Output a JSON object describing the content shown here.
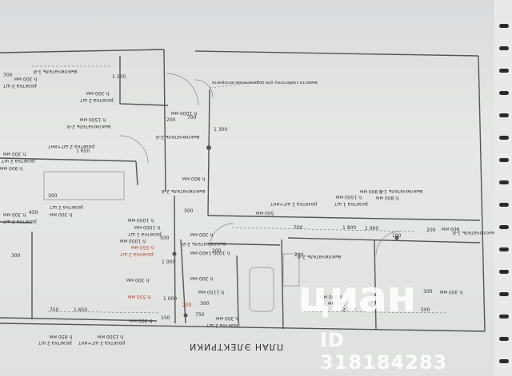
{
  "plan": {
    "title": "ПЛАН ЭЛЕКТРИКИ",
    "labels": [
      {
        "id": "l1",
        "text": "выключатель 1-й"
      },
      {
        "id": "l2",
        "text": "h 300 мм"
      },
      {
        "id": "l3",
        "text": "1 200"
      },
      {
        "id": "l4",
        "text": "700"
      },
      {
        "id": "l5",
        "text": "розетка 2 шт"
      },
      {
        "id": "l6",
        "text": "h 300 мм"
      },
      {
        "id": "l7",
        "text": "розетка 2 шт"
      },
      {
        "id": "l8",
        "text": "h 1500 мм"
      },
      {
        "id": "l9",
        "text": "выключатель 2-й"
      },
      {
        "id": "l10",
        "text": "розетка 2 шт+инт"
      },
      {
        "id": "l11",
        "text": "1 650"
      },
      {
        "id": "l12",
        "text": "h 300 мм"
      },
      {
        "id": "l13",
        "text": "розетка 2 шт"
      },
      {
        "id": "l14",
        "text": "h 900 мм"
      },
      {
        "id": "l15",
        "text": "200"
      },
      {
        "id": "l16",
        "text": "выключатель 2-й"
      },
      {
        "id": "l17",
        "text": "h 1000 мм"
      },
      {
        "id": "l18",
        "text": "700"
      },
      {
        "id": "l19",
        "text": "1 300"
      },
      {
        "id": "l20",
        "text": "вывести слаботочку для подключения интернета"
      },
      {
        "id": "l21",
        "text": "300"
      },
      {
        "id": "l22",
        "text": "450"
      },
      {
        "id": "l23",
        "text": "розетка 2 шт"
      },
      {
        "id": "l24",
        "text": "h 300 мм"
      },
      {
        "id": "l25",
        "text": "h 300 мм"
      },
      {
        "id": "l26",
        "text": "розетка 2 шт"
      },
      {
        "id": "l27",
        "text": "h 1000 мм"
      },
      {
        "id": "l28",
        "text": "выключатель 2-й"
      },
      {
        "id": "l29",
        "text": "h 900 мм"
      },
      {
        "id": "l30",
        "text": "500 мм"
      },
      {
        "id": "l31",
        "text": "h 1500 мм"
      },
      {
        "id": "l32",
        "text": "розетка 1 шт"
      },
      {
        "id": "l33",
        "text": "розетка 2 шт+инт"
      },
      {
        "id": "l34",
        "text": "h 900 мм"
      },
      {
        "id": "l35",
        "text": "выключатель 1-й"
      },
      {
        "id": "l36",
        "text": "h 800 мм"
      },
      {
        "id": "l37",
        "text": "700"
      },
      {
        "id": "l38",
        "text": "1 800"
      },
      {
        "id": "l39",
        "text": "1 900"
      },
      {
        "id": "l40",
        "text": "100"
      },
      {
        "id": "l41",
        "text": "200"
      },
      {
        "id": "l42",
        "text": "900 мм"
      },
      {
        "id": "l43",
        "text": "выключатель 1-й"
      },
      {
        "id": "l44",
        "text": "h 1000 мм"
      },
      {
        "id": "l45",
        "text": "h 550 мм"
      },
      {
        "id": "l46",
        "text": "розетка 2 шт"
      },
      {
        "id": "l47",
        "text": "h 300 мм"
      },
      {
        "id": "l48",
        "text": "выключатель 2-й"
      },
      {
        "id": "l49",
        "text": "500"
      },
      {
        "id": "l50",
        "text": "200"
      },
      {
        "id": "l51",
        "text": "выключатель 2-й"
      },
      {
        "id": "l52",
        "text": "200"
      },
      {
        "id": "l53",
        "text": "h 1000-1400 мм"
      },
      {
        "id": "l54",
        "text": "h 300 мм"
      },
      {
        "id": "l55",
        "text": "h 300 мм"
      },
      {
        "id": "l56",
        "text": "1 000"
      },
      {
        "id": "l57",
        "text": "h 1150 мм"
      },
      {
        "id": "l58",
        "text": "h 550 мм"
      },
      {
        "id": "l59",
        "text": "200"
      },
      {
        "id": "l60",
        "text": "300"
      },
      {
        "id": "l61",
        "text": "1 000"
      },
      {
        "id": "l62",
        "text": "150"
      },
      {
        "id": "l63",
        "text": "h 300 мм"
      },
      {
        "id": "l64",
        "text": "h 300 мм"
      },
      {
        "id": "l65",
        "text": "2 350"
      },
      {
        "id": "l66",
        "text": "500"
      },
      {
        "id": "l67",
        "text": "300"
      },
      {
        "id": "l68",
        "text": "750"
      },
      {
        "id": "l69",
        "text": "1 650"
      },
      {
        "id": "l70",
        "text": "h 650 мм"
      },
      {
        "id": "l71",
        "text": "h 1500 мм"
      },
      {
        "id": "l72",
        "text": "розетка 2 шт"
      },
      {
        "id": "l73",
        "text": "розетка 2 шт+инт"
      },
      {
        "id": "l74",
        "text": "розетка 2 шт"
      },
      {
        "id": "l75",
        "text": "h 300 мм"
      },
      {
        "id": "l76",
        "text": "750"
      },
      {
        "id": "l77",
        "text": "300"
      },
      {
        "id": "l78",
        "text": "h 300 мм"
      },
      {
        "id": "l79",
        "text": "розетка 1 шт"
      },
      {
        "id": "l80",
        "text": "h 1000 мм"
      },
      {
        "id": "l81",
        "text": "300"
      },
      {
        "id": "l82",
        "text": "h 300 мм"
      }
    ]
  },
  "watermark": {
    "logo": "циан",
    "id": "ID 318184283"
  },
  "colors": {
    "paper": "#e3e4e2",
    "line": "#555555",
    "red": "#c0392b",
    "watermark": "#ffffff"
  }
}
